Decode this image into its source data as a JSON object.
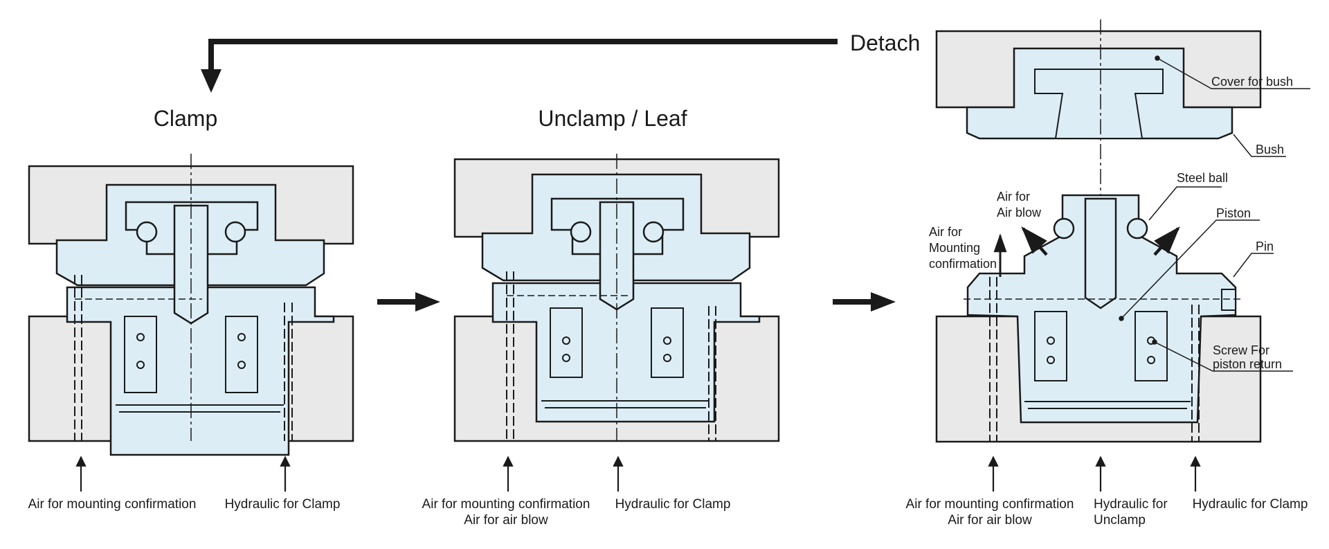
{
  "colors": {
    "body": "#e9e9e9",
    "part": "#dcedf5",
    "stroke": "#1a1a1a"
  },
  "detach": {
    "label": "Detach"
  },
  "panels": [
    {
      "title": "Clamp",
      "bottom_left": [
        "Air for mounting confirmation"
      ],
      "bottom_right": [
        "Hydraulic for Clamp"
      ]
    },
    {
      "title": "Unclamp / Leaf",
      "bottom_left": [
        "Air for mounting confirmation",
        "Air for air blow"
      ],
      "bottom_right": [
        "Hydraulic for Clamp"
      ]
    },
    {
      "title": "",
      "bottom_left": [
        "Air for mounting confirmation",
        "Air for air blow"
      ],
      "bottom_mid": [
        "Hydraulic for",
        "Unclamp"
      ],
      "bottom_right": [
        "Hydraulic for Clamp"
      ]
    }
  ],
  "callouts": {
    "cover": "Cover for bush",
    "bush": "Bush",
    "steel_ball": "Steel ball",
    "piston": "Piston",
    "pin": "Pin",
    "screw": [
      "Screw For",
      "piston return"
    ],
    "airblow": [
      "Air for",
      "Air blow"
    ],
    "mounting": [
      "Air for",
      "Mounting",
      "confirmation"
    ]
  }
}
